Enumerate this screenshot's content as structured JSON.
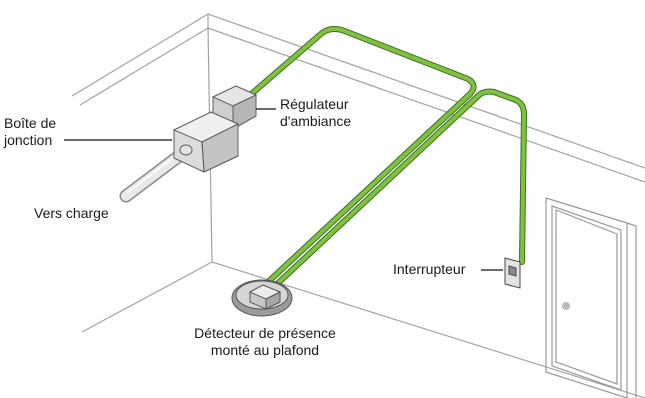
{
  "labels": {
    "junction_box": [
      "Boîte de",
      "jonction"
    ],
    "thermostat": [
      "Régulateur",
      "d'ambiance"
    ],
    "to_load": "Vers charge",
    "switch": "Interrupteur",
    "occupancy_sensor": [
      "Détecteur de présence",
      "monté au plafond"
    ]
  },
  "colors": {
    "wire_green": "#7fc241",
    "wire_dark": "#3c6e1c",
    "line_gray": "#9a9a9a",
    "device_fill": "#d8d8d8",
    "device_dark": "#6a6a6a"
  }
}
